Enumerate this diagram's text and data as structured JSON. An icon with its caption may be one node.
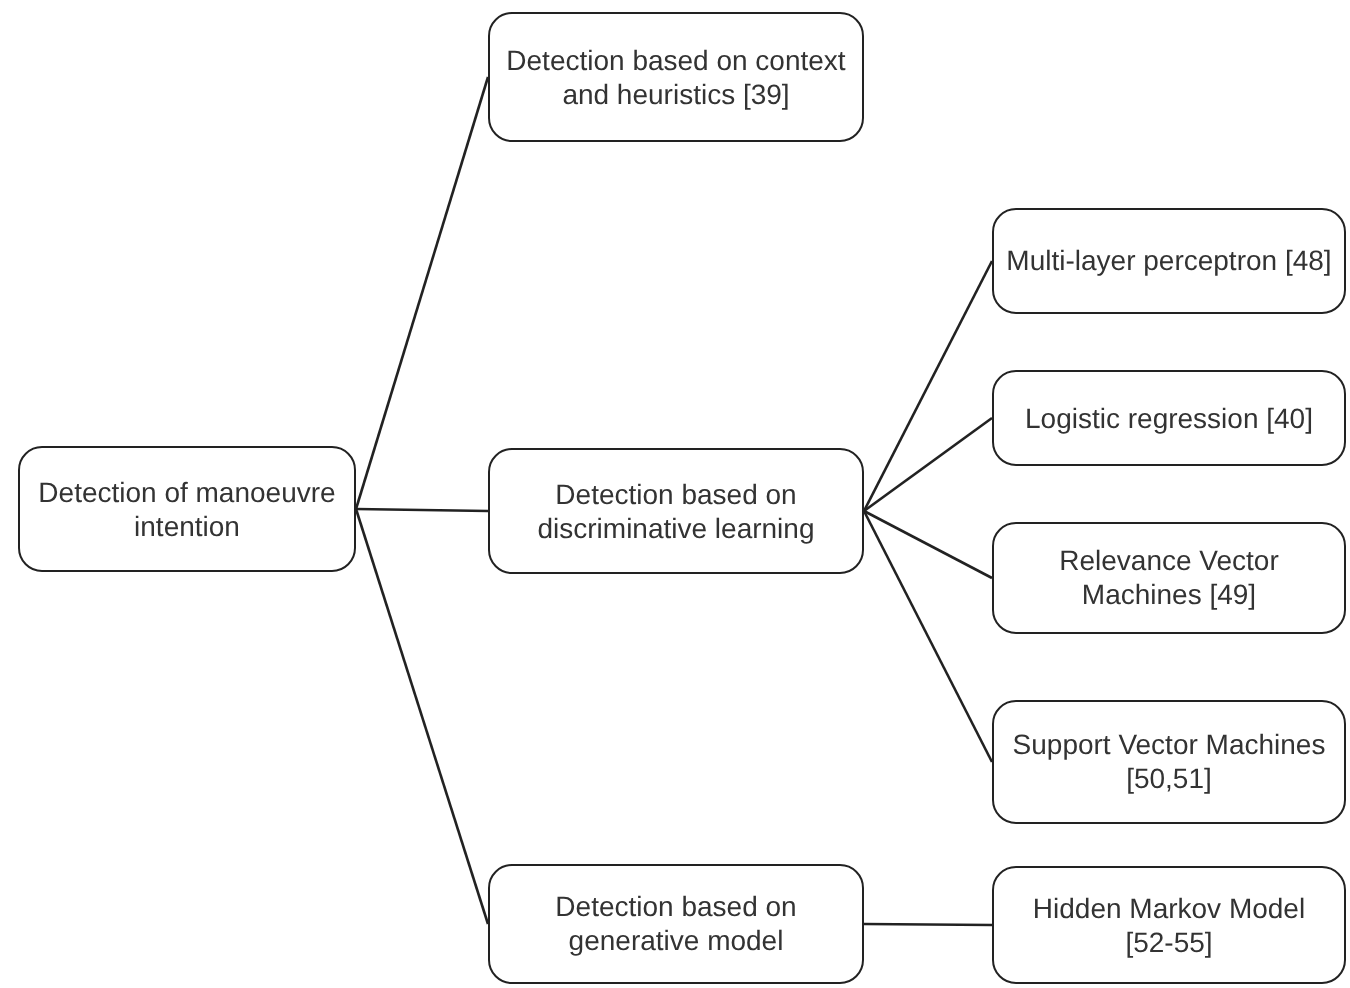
{
  "diagram": {
    "nodes": [
      {
        "text": [
          "Detection of manoeuvre intention"
        ]
      },
      {
        "text": [
          "Detection based on context and heuristics [39]"
        ]
      },
      {
        "text": [
          "Detection based on discriminative learning"
        ]
      },
      {
        "text": [
          "Detection based on generative model"
        ]
      },
      {
        "text": [
          "Multi-layer perceptron [48]"
        ]
      },
      {
        "text": [
          "Logistic regression [40]"
        ]
      },
      {
        "text": [
          "Relevance Vector Machines [49]"
        ]
      },
      {
        "text": [
          "Support Vector Machines [50,51]"
        ]
      },
      {
        "text": [
          "Hidden Markov Model [52-55]"
        ]
      }
    ],
    "edges": [
      {
        "from": 0,
        "to": 1,
        "arrow": "none"
      },
      {
        "from": 0,
        "to": 2,
        "arrow": "none"
      },
      {
        "from": 0,
        "to": 3,
        "arrow": "none"
      },
      {
        "from": 2,
        "to": 4,
        "arrow": "none"
      },
      {
        "from": 2,
        "to": 5,
        "arrow": "none"
      },
      {
        "from": 2,
        "to": 6,
        "arrow": "none"
      },
      {
        "from": 2,
        "to": 7,
        "arrow": "none"
      },
      {
        "from": 3,
        "to": 8,
        "arrow": "none"
      }
    ]
  }
}
